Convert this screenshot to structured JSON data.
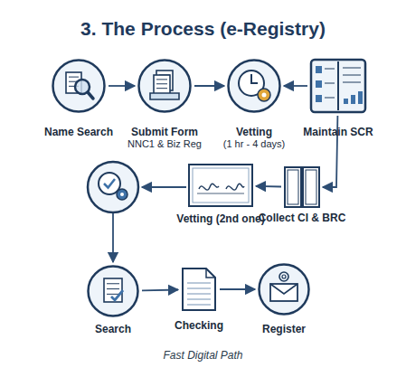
{
  "diagram": {
    "title": "3. The Process (e-Registry)",
    "caption": "Fast Digital Path",
    "nodes": [
      {
        "text": [
          "Name Search"
        ]
      },
      {
        "text": [
          "Submit Form",
          "NNC1 & Biz Reg"
        ]
      },
      {
        "text": [
          "Vetting",
          "(1 hr - 4 days)"
        ]
      },
      {
        "text": [
          "Maintain SCR"
        ]
      },
      {
        "text": [
          "Collect CI & BRC"
        ]
      },
      {
        "text": [
          "Vetting (2nd one)"
        ]
      },
      {
        "text": [
          "Search"
        ]
      },
      {
        "text": [
          "Checking"
        ]
      },
      {
        "text": [
          "Register"
        ]
      }
    ],
    "edges": [
      {
        "from": 0,
        "to": 1,
        "arrow": "to"
      },
      {
        "from": 1,
        "to": 2,
        "arrow": "to"
      },
      {
        "from": 3,
        "to": 2,
        "arrow": "to"
      },
      {
        "from": 3,
        "to": 4,
        "arrow": "to"
      },
      {
        "from": 4,
        "to": 5,
        "arrow": "to"
      },
      {
        "from": 6,
        "to": 7,
        "arrow": "to"
      },
      {
        "from": 7,
        "to": 8,
        "arrow": "to"
      }
    ]
  }
}
